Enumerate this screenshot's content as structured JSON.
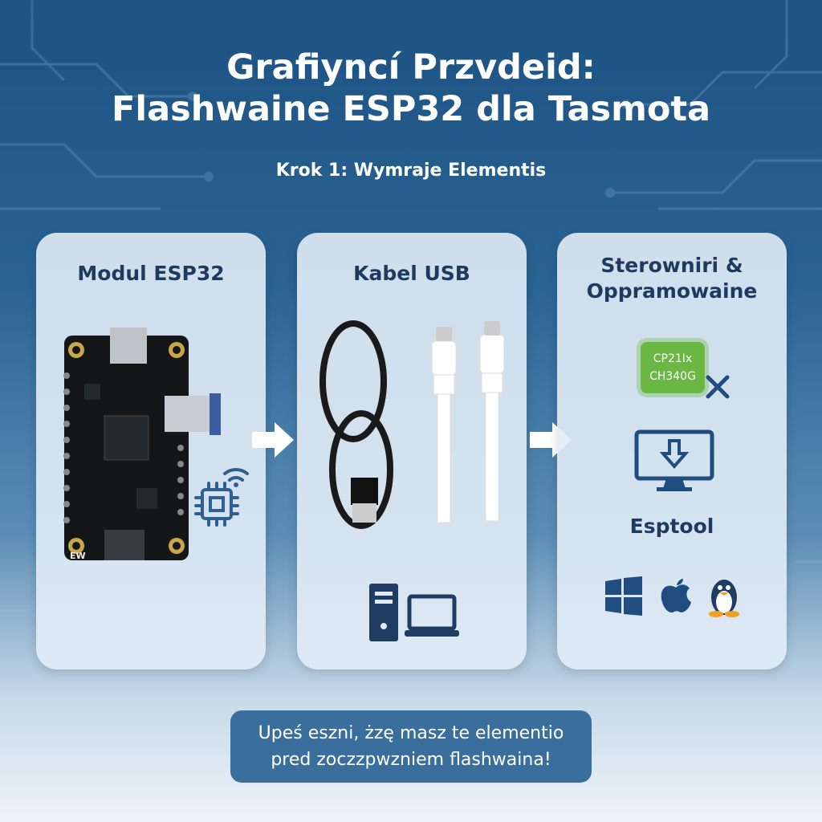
{
  "header": {
    "title_line1": "Grafiyncí Przvdeid:",
    "title_line2": "Flashwaine ESP32 dla Tasmota",
    "subtitle": "Krok 1: Wymraje Elementis"
  },
  "cards": [
    {
      "title": "Modul ESP32",
      "board_label": "EW"
    },
    {
      "title": "Kabel USB"
    },
    {
      "title_line1": "Sterowniri &",
      "title_line2": "Oppramowaine",
      "chip_line1": "CP21Ix",
      "chip_line2": "CH340G",
      "tool_label": "Esptool"
    }
  ],
  "footer": {
    "line1": "Upeś eszni, żzę masz te elementio",
    "line2": "pred zoczzpwzniem flashwaina!"
  },
  "colors": {
    "navy": "#1e3a5f",
    "chip_green": "#6ab744",
    "banner": "#3a6e9c"
  }
}
